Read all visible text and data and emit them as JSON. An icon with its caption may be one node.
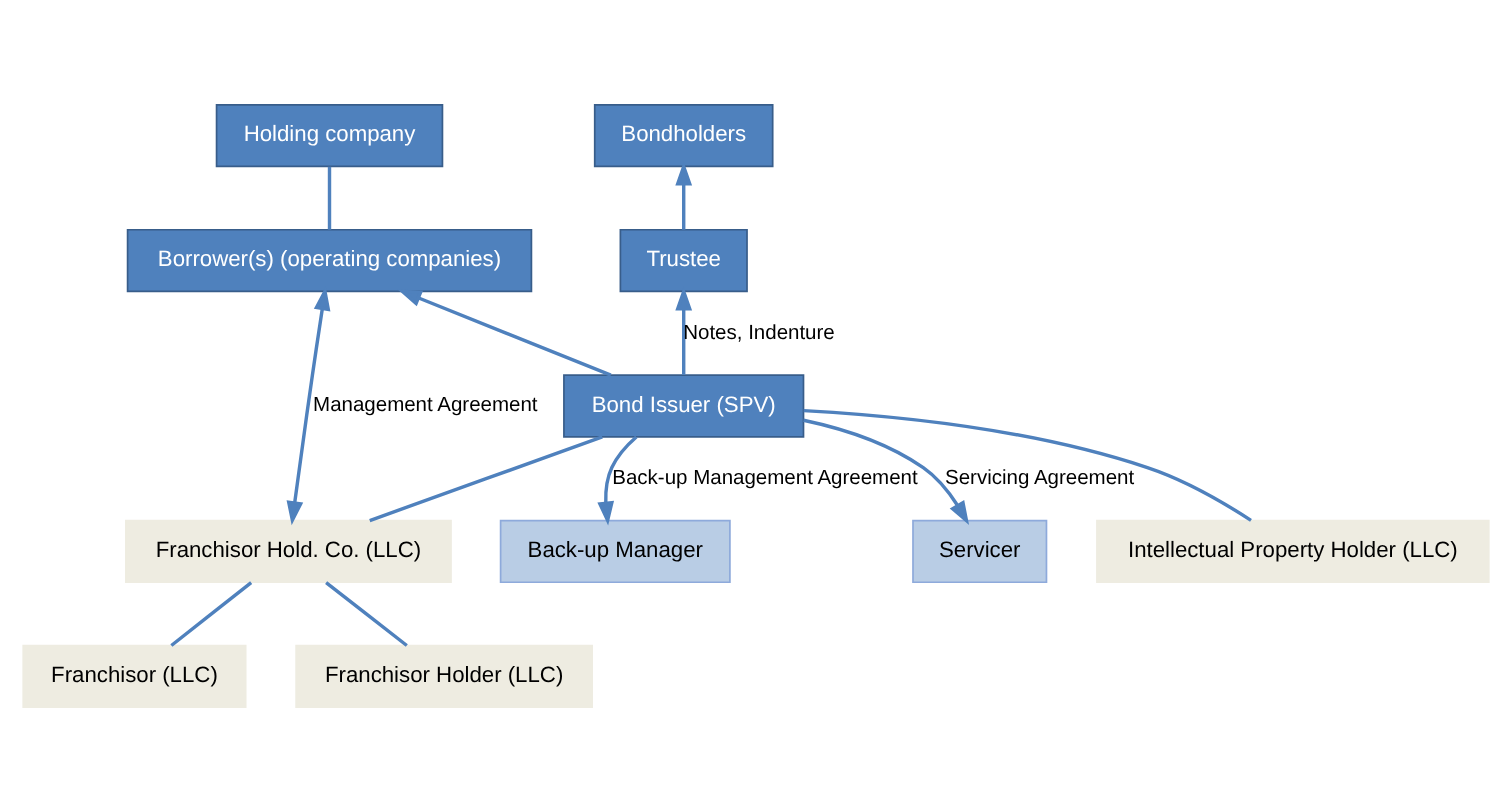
{
  "diagram": {
    "nodes": [
      {
        "text": [
          "Holding company"
        ]
      },
      {
        "text": [
          "Borrower(s) (operating companies)"
        ]
      },
      {
        "text": [
          "Bondholders"
        ]
      },
      {
        "text": [
          "Trustee"
        ]
      },
      {
        "text": [
          "Bond Issuer (SPV)"
        ]
      },
      {
        "text": [
          "Back-up Manager"
        ]
      },
      {
        "text": [
          "Servicer"
        ]
      },
      {
        "text": [
          "Intellectual Property Holder (LLC)"
        ]
      },
      {
        "text": [
          "Franchisor Hold. Co. (LLC)"
        ]
      },
      {
        "text": [
          "Franchisor (LLC)"
        ]
      },
      {
        "text": [
          "Franchisor Holder (LLC)"
        ]
      }
    ],
    "edges": [
      {
        "from": 0,
        "to": 1,
        "arrow": "none"
      },
      {
        "from": 4,
        "to": 1,
        "arrow": "to"
      },
      {
        "from": 4,
        "to": 3,
        "arrow": "to",
        "label": "Notes, Indenture"
      },
      {
        "from": 3,
        "to": 2,
        "arrow": "to"
      },
      {
        "from": 4,
        "to": 5,
        "arrow": "to",
        "label": "Back-up Management Agreement"
      },
      {
        "from": 4,
        "to": 6,
        "arrow": "to",
        "label": "Servicing Agreement"
      },
      {
        "from": 4,
        "to": 7,
        "arrow": "none"
      },
      {
        "from": 4,
        "to": 8,
        "arrow": "none"
      },
      {
        "from": 8,
        "to": 9,
        "arrow": "none"
      },
      {
        "from": 8,
        "to": 10,
        "arrow": "none"
      },
      {
        "from": 8,
        "to": 1,
        "arrow": "both",
        "label": "Management Agreement"
      }
    ]
  }
}
